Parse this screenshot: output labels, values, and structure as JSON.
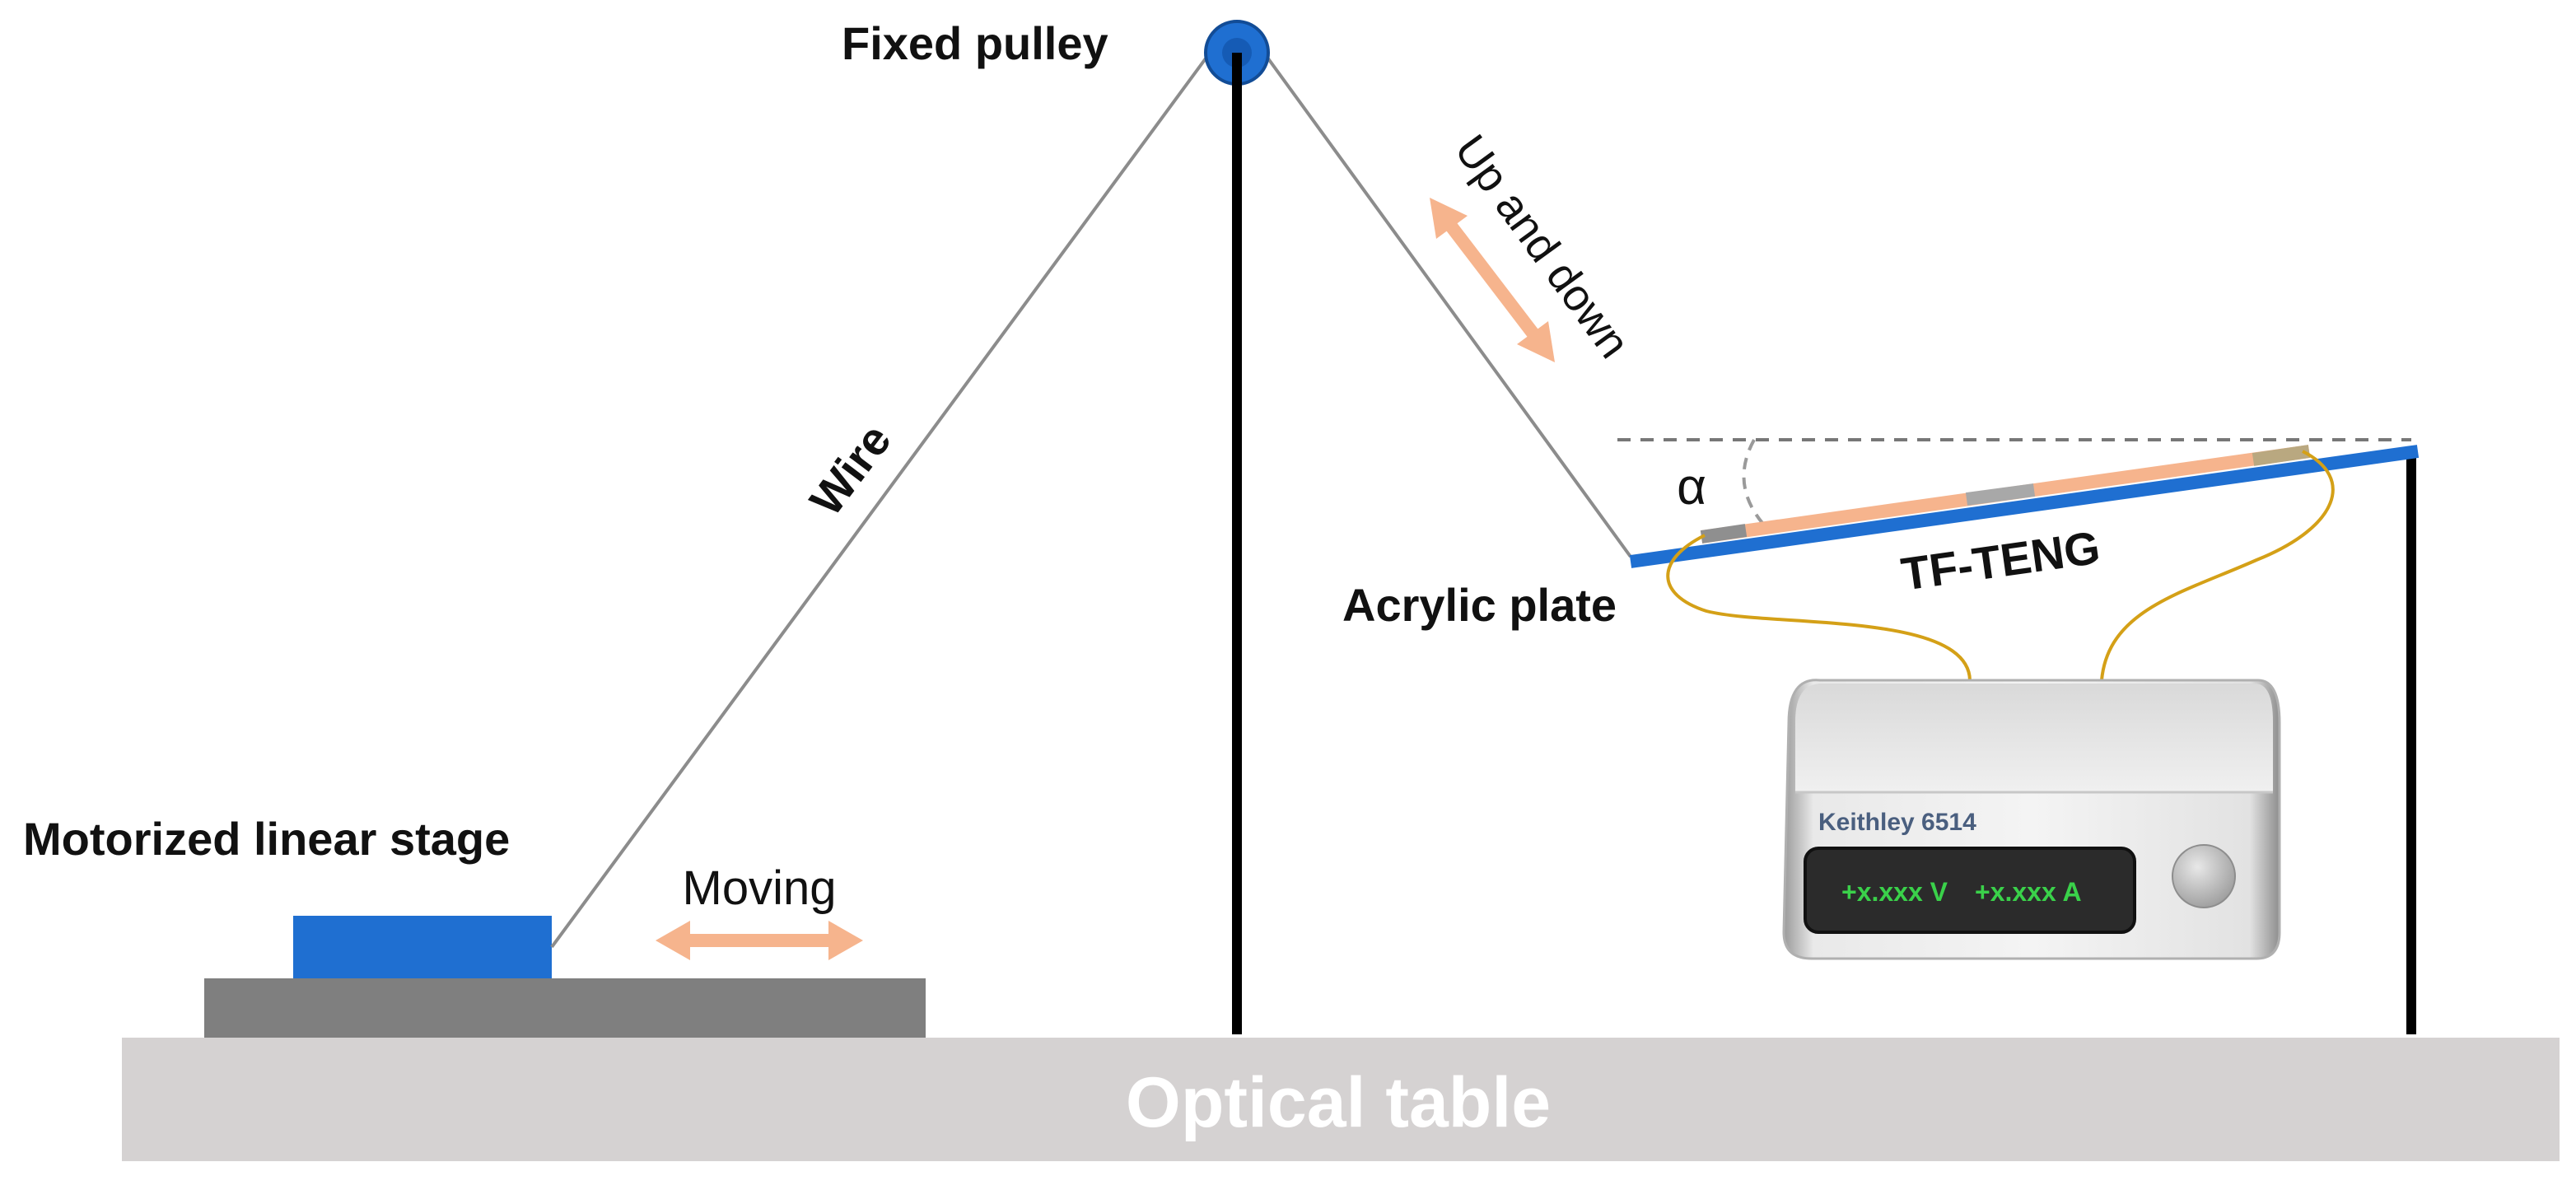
{
  "labels": {
    "fixed_pulley": "Fixed pulley",
    "wire": "Wire",
    "up_and_down": "Up and down",
    "alpha": "α",
    "tf_teng": "TF-TENG",
    "acrylic_plate": "Acrylic plate",
    "motorized_linear_stage": "Motorized linear stage",
    "moving": "Moving",
    "optical_table": "Optical table"
  },
  "meter": {
    "brand": "Keithley  6514",
    "voltage_readout": "+x.xxx V",
    "current_readout": "+x.xxx A"
  },
  "colors": {
    "blue": "#1f6fd1",
    "arrow": "#f6b48d",
    "wire": "#8c8c8c",
    "table": "#d5d2d2",
    "table_text": "#ffffff",
    "stage_base": "#7f7f7f",
    "lead": "#d4a017",
    "display_text": "#3ad14a"
  }
}
